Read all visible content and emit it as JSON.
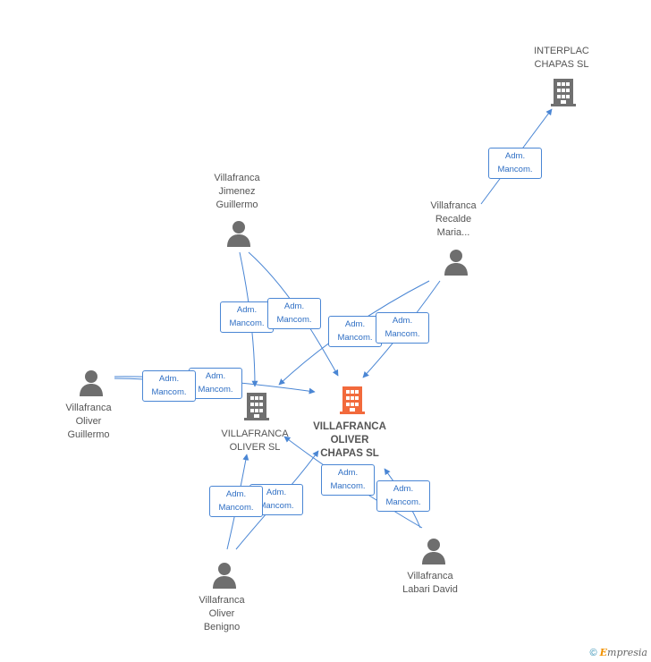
{
  "nodes": {
    "interplac": {
      "label": "INTERPLAC\nCHAPAS  SL",
      "kind": "company"
    },
    "recalde": {
      "label": "Villafranca\nRecalde\nMaria...",
      "kind": "person"
    },
    "jimenez": {
      "label": "Villafranca\nJimenez\nGuillermo",
      "kind": "person"
    },
    "oliver_guillermo": {
      "label": "Villafranca\nOliver\nGuillermo",
      "kind": "person"
    },
    "oliver_sl": {
      "label": "VILLAFRANCA\nOLIVER  SL",
      "kind": "company"
    },
    "main": {
      "label": "VILLAFRANCA\nOLIVER\nCHAPAS SL",
      "kind": "company-main"
    },
    "benigno": {
      "label": "Villafranca\nOliver\nBenigno",
      "kind": "person"
    },
    "labari": {
      "label": "Villafranca\nLabari David",
      "kind": "person"
    }
  },
  "relation": {
    "line1": "Adm.",
    "line2": "Mancom."
  },
  "colors": {
    "edge": "#4a86d4",
    "company": "#707070",
    "company_main": "#f26a3c",
    "person": "#6e6e6e"
  },
  "footer": {
    "copyright": "©",
    "brand_first": "E",
    "brand_rest": "mpresia"
  }
}
